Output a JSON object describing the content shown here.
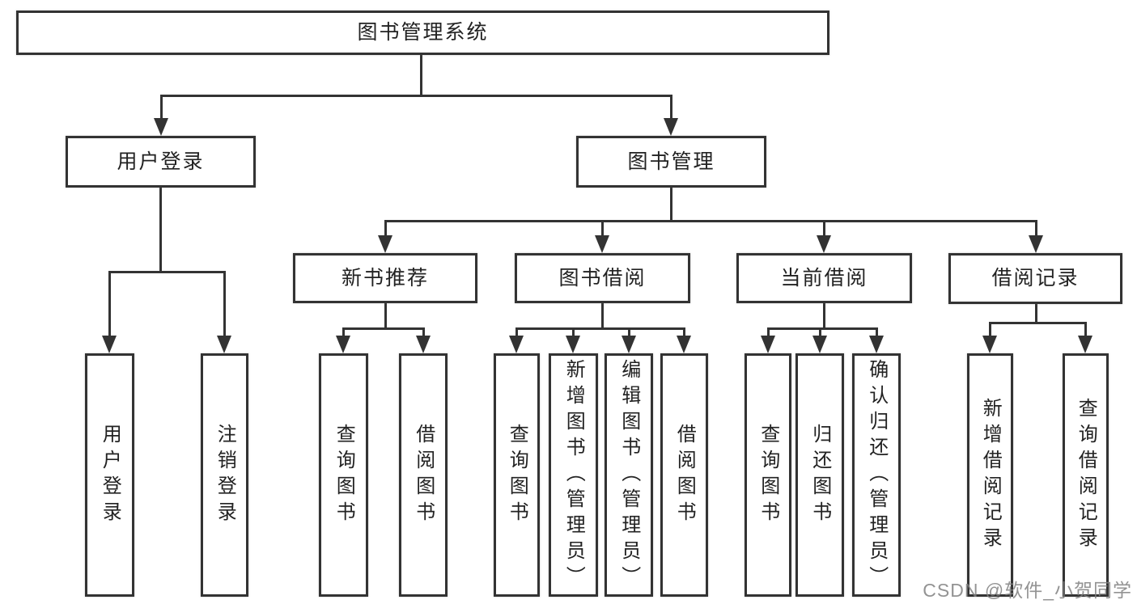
{
  "diagram": {
    "type": "hierarchy-diagram",
    "colors": {
      "line": "#333333",
      "text": "#222222",
      "box_bg": "#ffffff",
      "watermark": "#808080"
    },
    "nodes": {
      "root": {
        "label": "图书管理系统"
      },
      "l1": [
        {
          "label": "用户登录"
        },
        {
          "label": "图书管理"
        }
      ],
      "l2": [
        {
          "label": "新书推荐"
        },
        {
          "label": "图书借阅"
        },
        {
          "label": "当前借阅"
        },
        {
          "label": "借阅记录"
        }
      ],
      "leaves": {
        "user_login": [
          {
            "label": "用户登录"
          },
          {
            "label": "注销登录"
          }
        ],
        "new_book": [
          {
            "label": "查询图书"
          },
          {
            "label": "借阅图书"
          }
        ],
        "book_borrow": [
          {
            "label": "查询图书"
          },
          {
            "label": "新增图书（管理员）"
          },
          {
            "label": "编辑图书（管理员）"
          },
          {
            "label": "借阅图书"
          }
        ],
        "current_borrow": [
          {
            "label": "查询图书"
          },
          {
            "label": "归还图书"
          },
          {
            "label": "确认归还（管理员）"
          }
        ],
        "borrow_records": [
          {
            "label": "新增借阅记录"
          },
          {
            "label": "查询借阅记录"
          }
        ]
      }
    }
  },
  "watermark": {
    "text": "CSDN @软件_小贺同学"
  }
}
